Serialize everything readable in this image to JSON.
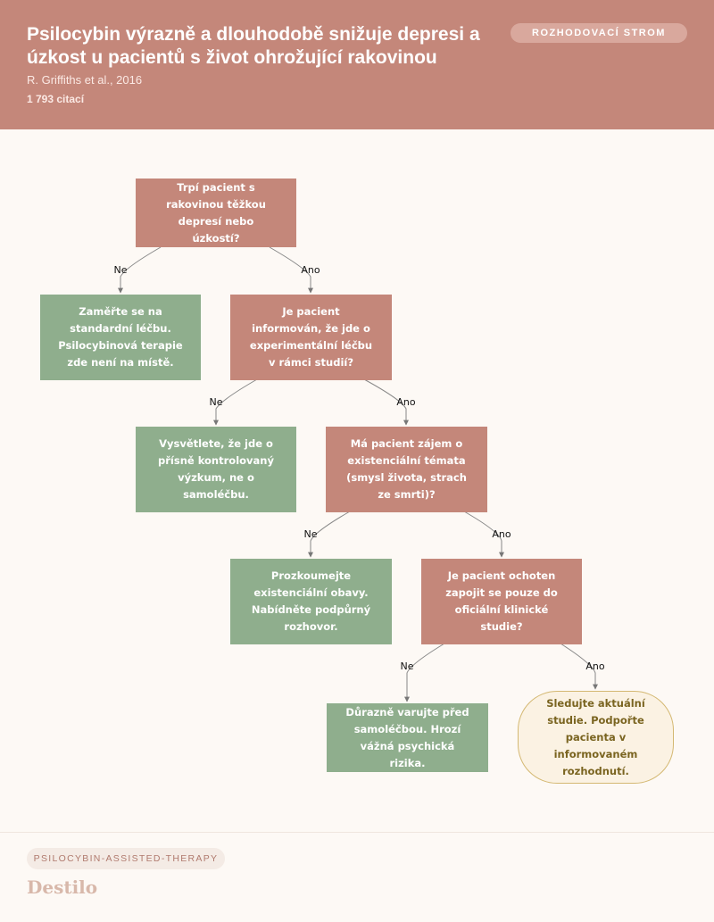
{
  "header": {
    "title": "Psilocybin výrazně a dlouhodobě snižuje depresi a úzkost u pacientů s život ohrožující rakovinou",
    "authors": "R. Griffiths et al., 2016",
    "citations": "1 793 citací",
    "type_badge": "ROZHODOVACÍ STROM"
  },
  "tree": {
    "q1": "Trpí pacient s rakovinou těžkou depresí nebo úzkostí?",
    "a1": "Zaměřte se na standardní léčbu. Psilocybinová terapie zde není na místě.",
    "q2": "Je pacient informován, že jde o experimentální léčbu v rámci studií?",
    "a2": "Vysvětlete, že jde o přísně kontrolovaný výzkum, ne o samoléčbu.",
    "q3": "Má pacient zájem o existenciální témata (smysl života, strach ze smrti)?",
    "a3": "Prozkoumejte existenciální obavy. Nabídněte podpůrný rozhovor.",
    "q4": "Je pacient ochoten zapojit se pouze do oficiální klinické studie?",
    "a4": "Důrazně varujte před samoléčbou. Hrozí vážná psychická rizika.",
    "end": "Sledujte aktuální studie. Podpořte pacienta v informovaném rozhodnutí.",
    "labels": {
      "no": "Ne",
      "yes": "Ano"
    }
  },
  "footer": {
    "tag": "PSILOCYBIN-ASSISTED-THERAPY",
    "brand": "Destilo"
  },
  "colors": {
    "header": "#c4877a",
    "question": "#c4877a",
    "answer": "#8fae8d",
    "end_border": "#d4b872"
  }
}
